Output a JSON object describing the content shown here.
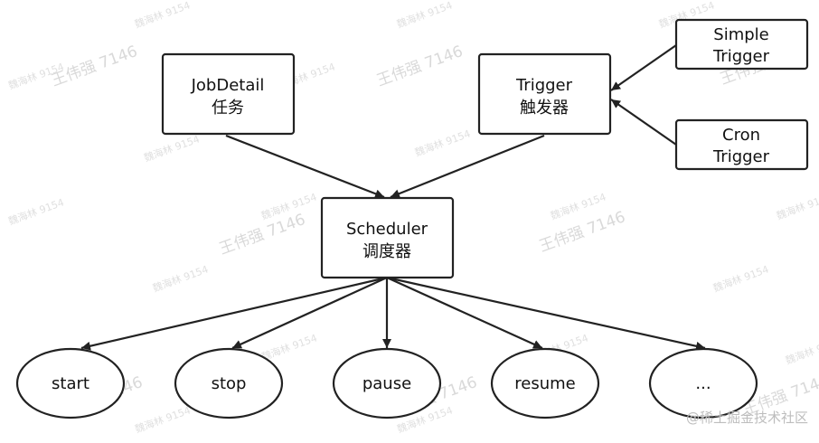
{
  "nodes": {
    "jobdetail": {
      "line1": "JobDetail",
      "line2": "任务"
    },
    "trigger": {
      "line1": "Trigger",
      "line2": "触发器"
    },
    "simple_trigger": {
      "line1": "Simple",
      "line2": "Trigger"
    },
    "cron_trigger": {
      "line1": "Cron",
      "line2": "Trigger"
    },
    "scheduler": {
      "line1": "Scheduler",
      "line2": "调度器"
    }
  },
  "actions": [
    "start",
    "stop",
    "pause",
    "resume",
    "..."
  ],
  "watermarks": {
    "name": "王伟强 7146",
    "id": "魏海林 9154"
  },
  "credit": "@稀土掘金技术社区"
}
